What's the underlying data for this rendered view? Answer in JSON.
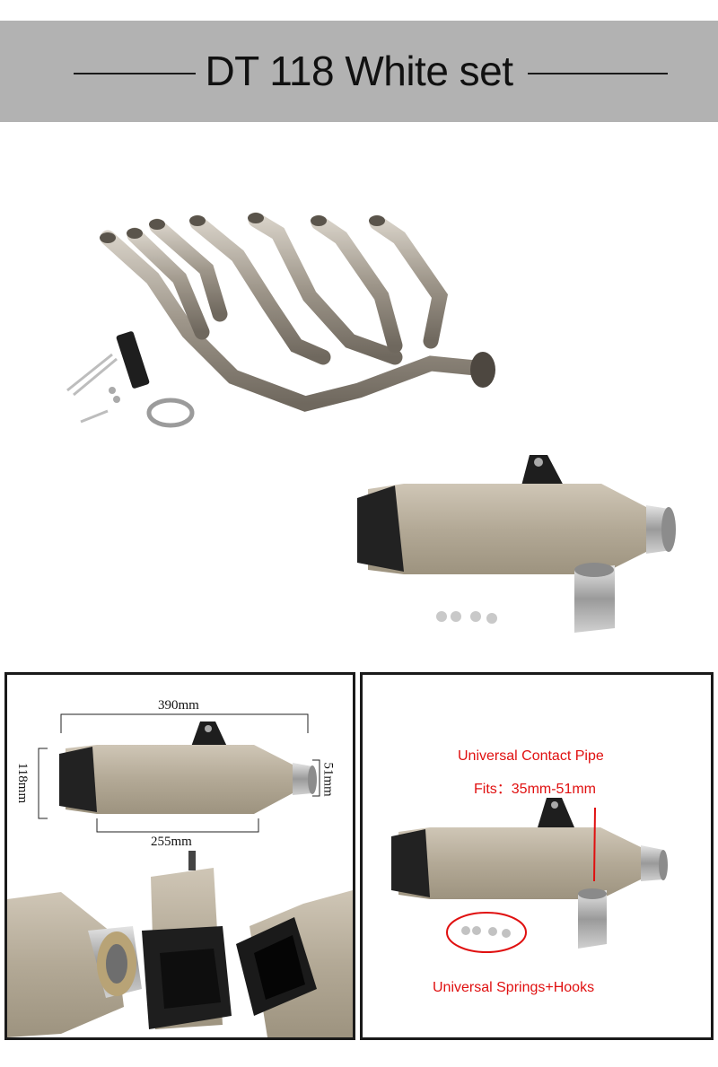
{
  "header": {
    "title": "DT 118 White set"
  },
  "dimensions": {
    "length_total": "390mm",
    "height": "118mm",
    "outlet_diameter": "51mm",
    "body_length": "255mm"
  },
  "callouts": {
    "contact_pipe_title": "Universal Contact Pipe",
    "contact_pipe_fits": "Fits：35mm-51mm",
    "springs_hooks": "Universal Springs+Hooks"
  },
  "colors": {
    "header_bg": "#b2b2b2",
    "callout_red": "#e01010",
    "titanium": "#b7ad9c",
    "end_cap": "#222222"
  }
}
